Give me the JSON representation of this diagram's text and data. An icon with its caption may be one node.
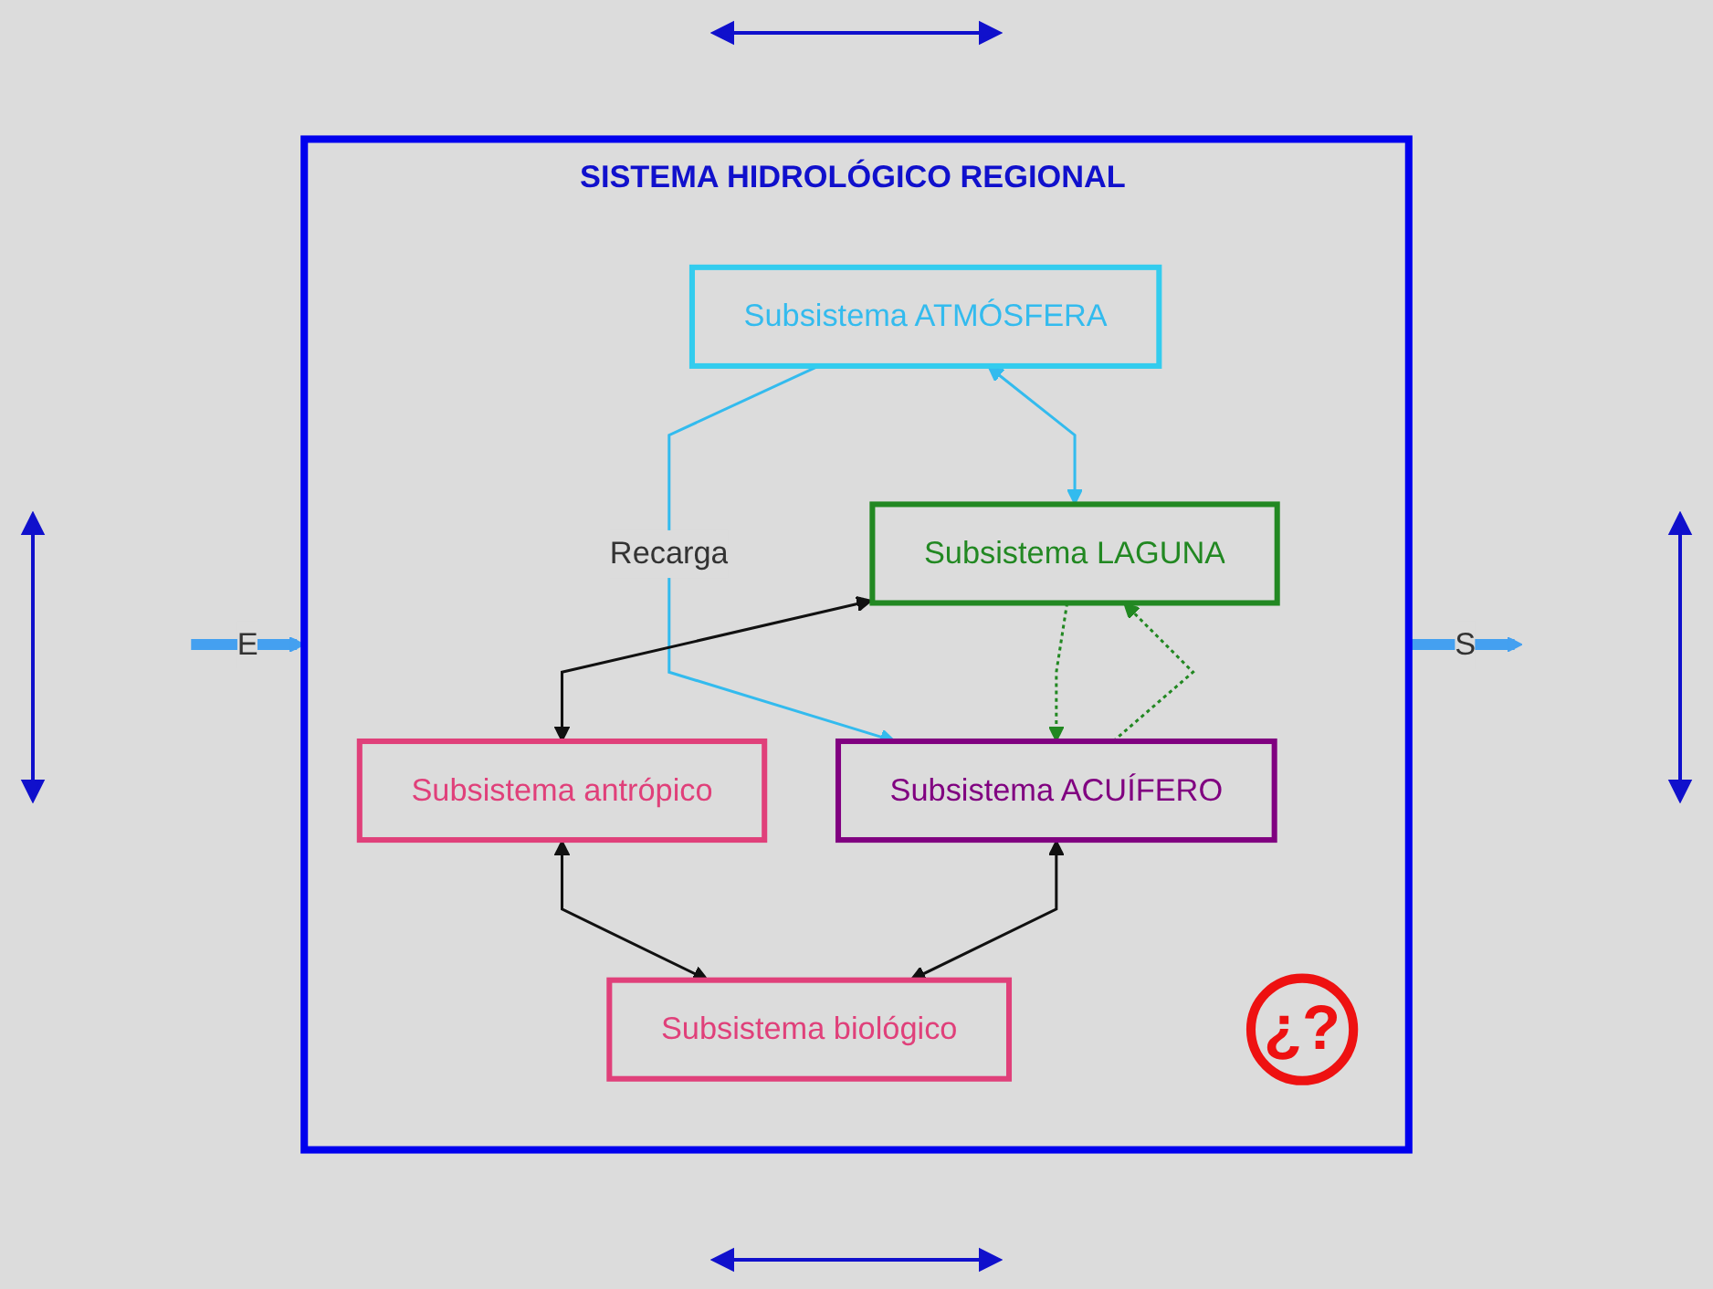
{
  "diagram": {
    "nodes": [
      {
        "text": [
          "SISTEMA HIDROLÓGICO REGIONAL"
        ]
      },
      {
        "text": [
          "Subsistema ATMÓSFERA"
        ],
        "in": 0
      },
      {
        "text": [
          "Subsistema LAGUNA"
        ],
        "in": 0
      },
      {
        "text": [
          "¿?"
        ],
        "in": 0
      },
      {
        "text": [
          "Subsistema antrópico"
        ],
        "in": 0
      },
      {
        "text": [
          "Subsistema biológico"
        ],
        "in": 0
      },
      {
        "text": [
          "Subsistema ACUÍFERO"
        ],
        "in": 0
      }
    ],
    "edges": [
      {
        "from": null,
        "to": 0,
        "arrow": "to",
        "label": "E",
        "style": "thick",
        "color": "#44a0f0"
      },
      {
        "from": 1,
        "to": 2,
        "arrow": "both",
        "color": "#33bbee"
      },
      {
        "from": 1,
        "to": 6,
        "arrow": "to",
        "label": "Recarga",
        "color": "#33bbee"
      },
      {
        "from": 2,
        "to": 6,
        "arrow": "to",
        "style": "dashed",
        "color": "#228822"
      },
      {
        "from": 6,
        "to": 2,
        "arrow": "to",
        "style": "dashed",
        "color": "#228822"
      },
      {
        "from": 2,
        "to": 4,
        "arrow": "both"
      },
      {
        "from": 4,
        "to": 5,
        "arrow": "both"
      },
      {
        "from": 6,
        "to": 5,
        "arrow": "both"
      },
      {
        "from": 0,
        "to": null,
        "arrow": "to",
        "label": "S",
        "style": "thick",
        "color": "#44a0f0"
      }
    ]
  }
}
